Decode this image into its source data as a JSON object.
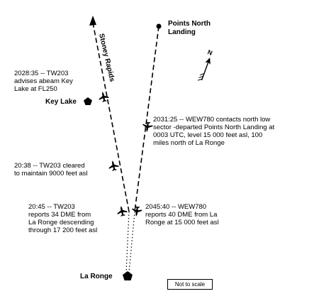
{
  "places": {
    "points_north": "Points North\nLanding",
    "key_lake": "Key Lake",
    "la_ronge": "La Ronge",
    "stoney_rapids": "Stoney Rapids"
  },
  "compass": {
    "label": "N"
  },
  "events": {
    "tw203_2028": "2028:35 -- TW203\nadvises abeam Key\nLake at FL250",
    "wew780_2031": "2031:25 -- WEW780 contacts north low\nsector -departed Points North Landing at\n0003 UTC, level 15 000 feet asl, 100\nmiles north of La Ronge",
    "tw203_2038": "20:38 -- TW203 cleared\nto maintain 9000 feet asl",
    "tw203_2045": "20:45 -- TW203\nreports 34 DME from\nLa Ronge descending\nthrough 17 200 feet asl",
    "wew780_2045": "2045:40 -- WEW780\nreports 40 DME from La\nRonge at 15 000 feet asl"
  },
  "scale_note": "Not to scale",
  "colors": {
    "ink": "#000000",
    "background": "#ffffff"
  },
  "icons": [
    "aircraft-icon",
    "north-arrow-icon",
    "point-marker-icon",
    "pentagon-marker-icon"
  ]
}
